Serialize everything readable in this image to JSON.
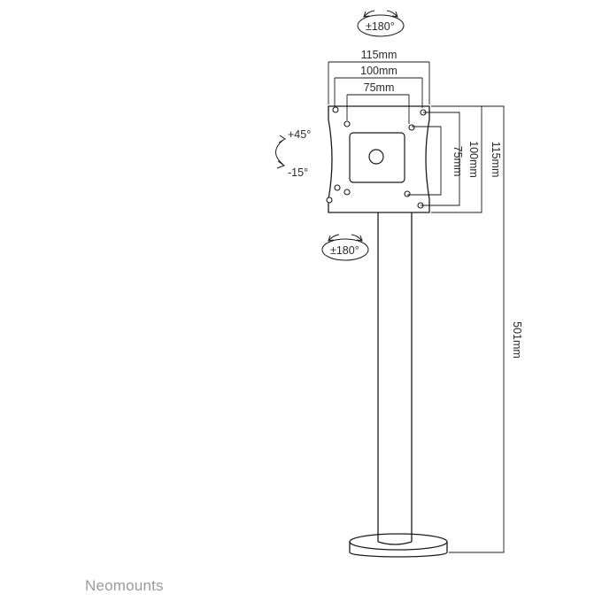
{
  "labels": {
    "rotate_top": "±180°",
    "rotate_bottom": "±180°",
    "tilt_up": "+45°",
    "tilt_down": "-15°",
    "width_115": "115mm",
    "width_100": "100mm",
    "width_75": "75mm",
    "height_75": "75mm",
    "height_100": "100mm",
    "height_115": "115mm",
    "height_total": "501mm"
  },
  "brand": "Neomounts",
  "colors": {
    "line": "#1a1a1a",
    "brand": "#9a9a9a"
  }
}
